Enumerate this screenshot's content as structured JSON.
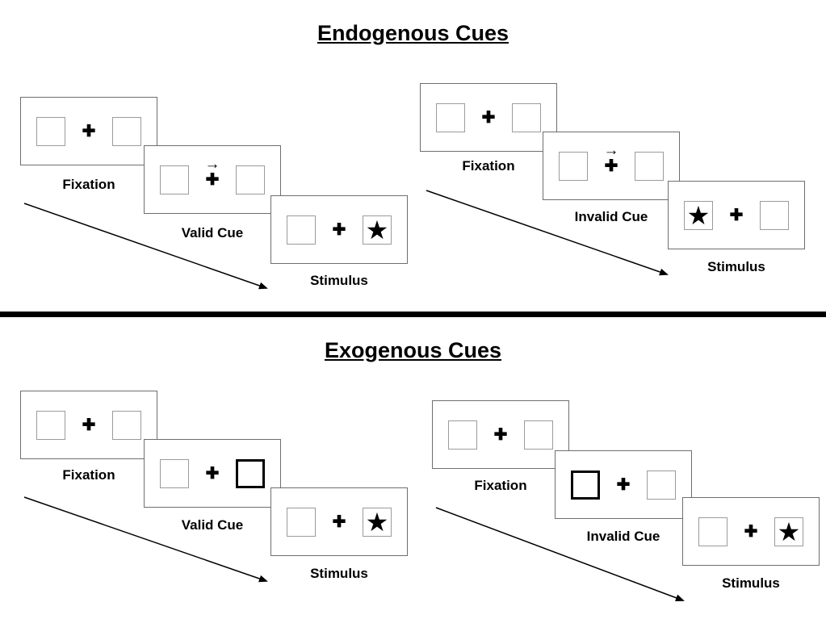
{
  "page": {
    "sections": [
      {
        "id": "endogenous",
        "title": "Endogenous Cues",
        "trials": [
          {
            "id": "valid",
            "screens": [
              {
                "label": "Fixation",
                "cue": "none",
                "target": "none"
              },
              {
                "label": "Valid Cue",
                "cue": "arrow-right",
                "target": "none"
              },
              {
                "label": "Stimulus",
                "cue": "none",
                "target": "star-right"
              }
            ]
          },
          {
            "id": "invalid",
            "screens": [
              {
                "label": "Fixation",
                "cue": "none",
                "target": "none"
              },
              {
                "label": "Invalid Cue",
                "cue": "arrow-right",
                "target": "none"
              },
              {
                "label": "Stimulus",
                "cue": "none",
                "target": "star-left"
              }
            ]
          }
        ]
      },
      {
        "id": "exogenous",
        "title": "Exogenous Cues",
        "trials": [
          {
            "id": "valid",
            "screens": [
              {
                "label": "Fixation",
                "cue": "none",
                "target": "none"
              },
              {
                "label": "Valid Cue",
                "cue": "box-right",
                "target": "none"
              },
              {
                "label": "Stimulus",
                "cue": "none",
                "target": "star-right"
              }
            ]
          },
          {
            "id": "invalid",
            "screens": [
              {
                "label": "Fixation",
                "cue": "none",
                "target": "none"
              },
              {
                "label": "Invalid Cue",
                "cue": "box-left",
                "target": "none"
              },
              {
                "label": "Stimulus",
                "cue": "none",
                "target": "star-right"
              }
            ]
          }
        ]
      }
    ],
    "symbols": {
      "fixation_cross": "✚",
      "target_star": "★",
      "cue_arrow": "→"
    }
  }
}
